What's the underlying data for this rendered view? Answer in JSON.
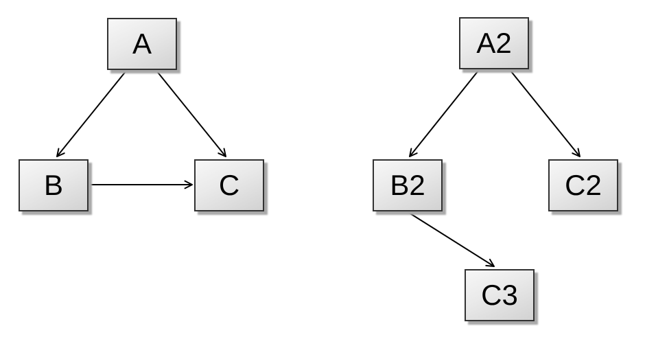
{
  "diagram": {
    "background_color": "#ffffff",
    "node_border_color": "#323232",
    "node_fill_top": "#f7f7f7",
    "node_fill_bottom": "#d2d2d2",
    "node_shadow_color": "#a9a9a9",
    "edge_color": "#000000",
    "arrowhead_style": "open-v"
  },
  "graphs": [
    {
      "nodes": [
        {
          "id": "A",
          "label": "A"
        },
        {
          "id": "B",
          "label": "B"
        },
        {
          "id": "C",
          "label": "C"
        }
      ],
      "edges": [
        {
          "from": "A",
          "to": "B"
        },
        {
          "from": "A",
          "to": "C"
        },
        {
          "from": "B",
          "to": "C"
        }
      ]
    },
    {
      "nodes": [
        {
          "id": "A2",
          "label": "A2"
        },
        {
          "id": "B2",
          "label": "B2"
        },
        {
          "id": "C2",
          "label": "C2"
        },
        {
          "id": "C3",
          "label": "C3"
        }
      ],
      "edges": [
        {
          "from": "A2",
          "to": "B2"
        },
        {
          "from": "A2",
          "to": "C2"
        },
        {
          "from": "B2",
          "to": "C3"
        }
      ]
    }
  ]
}
